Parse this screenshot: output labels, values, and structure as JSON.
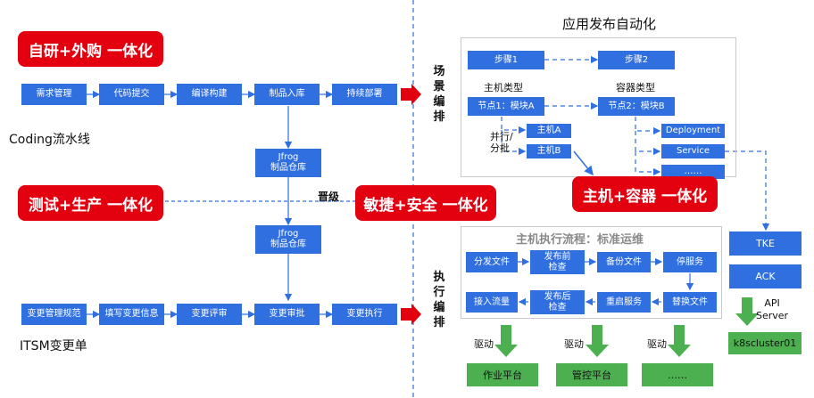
{
  "titles": {
    "app_release": "应用发布自动化",
    "coding_pipeline": "Coding流水线",
    "itsm": "ITSM变更单",
    "host_flow": "主机执行流程：标准运维",
    "upgrade": "晋级"
  },
  "badges": {
    "self_outsource": "自研+外购 一体化",
    "test_prod": "测试+生产 一体化",
    "agile_secure": "敏捷+安全 一体化",
    "host_container": "主机+容器 一体化"
  },
  "side_labels": {
    "scene_orchestration": "场景编排",
    "exec_orchestration": "执行编排"
  },
  "pipeline_top": [
    "需求管理",
    "代码提交",
    "编译构建",
    "制品入库",
    "持续部署"
  ],
  "pipeline_bottom": [
    "变更管理规范",
    "填写变更信息",
    "变更评审",
    "变更审批",
    "变更执行"
  ],
  "jfrog": {
    "top": [
      "Jfrog",
      "制品仓库"
    ],
    "bottom": [
      "Jfrog",
      "制品仓库"
    ]
  },
  "release": {
    "step1": "步骤1",
    "step2": "步骤2",
    "host_type": "主机类型",
    "container_type": "容器类型",
    "node1": "节点1：模块A",
    "node2": "节点2：模块B",
    "host_a": "主机A",
    "host_b": "主机B",
    "parallel": [
      "并行/",
      "分批"
    ],
    "deployment": "Deployment",
    "service": "Service",
    "more": "……"
  },
  "host_steps": {
    "row1": [
      "分发文件",
      "发布前检查",
      "备份文件",
      "停服务"
    ],
    "row2": [
      "接入流量",
      "发布后检查",
      "重启服务",
      "替换文件"
    ]
  },
  "cloud": {
    "tke": "TKE",
    "ack": "ACK",
    "api_server": [
      "API",
      "Server"
    ],
    "cluster": "k8scluster01"
  },
  "drive": {
    "label": "驱动",
    "platforms": [
      "作业平台",
      "管控平台",
      "……"
    ]
  }
}
